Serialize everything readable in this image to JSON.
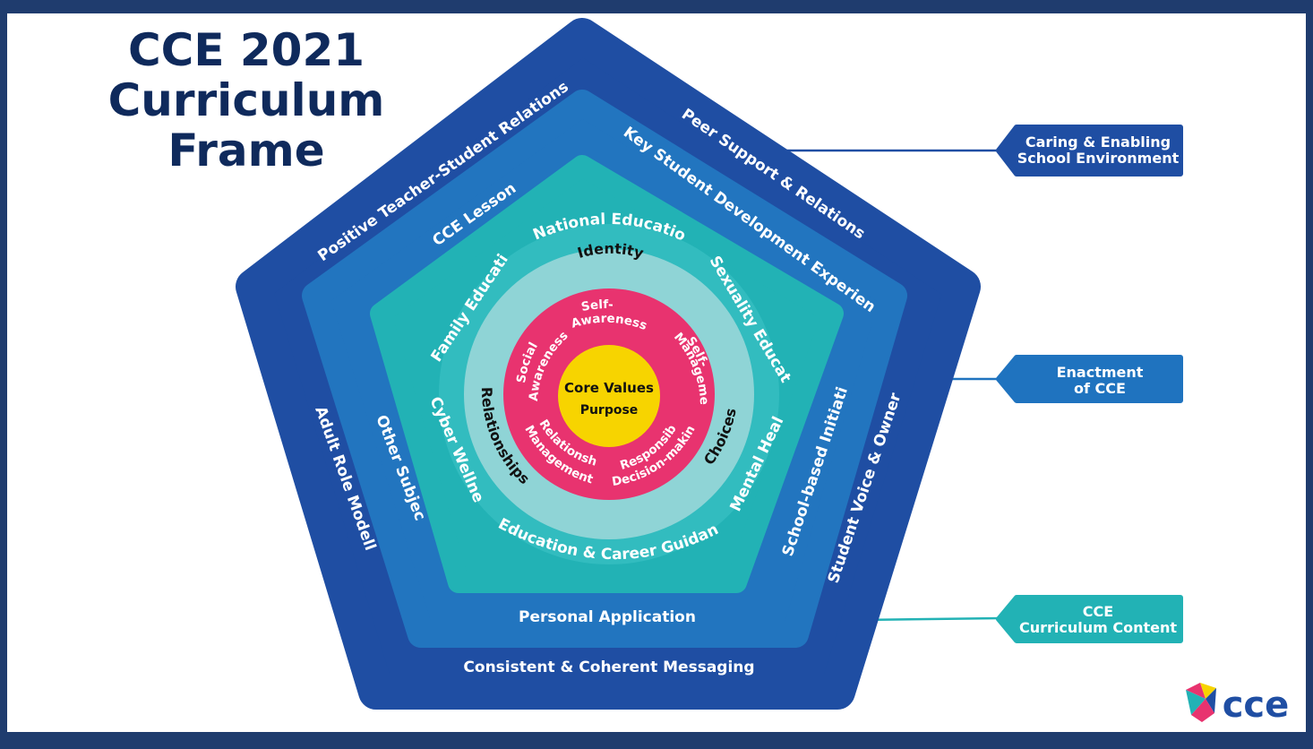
{
  "title": {
    "line1": "CCE 2021",
    "line2": "Curriculum Frame"
  },
  "outer_layer": {
    "top_left": "Positive Teacher-Student Relationships",
    "top_right": "Peer Support & Relationships",
    "left": "Adult Role Modelling",
    "right": "Student Voice & Ownership",
    "bottom": "Consistent & Coherent Messaging"
  },
  "middle_layer": {
    "top_left": "CCE Lessons",
    "top_right": "Key Student Development Experiences",
    "left": "Other Subjects",
    "right": "School-based Initiatives",
    "bottom": "Personal Application"
  },
  "inner_layer": {
    "top": "National Education",
    "upper_left": "Family Education",
    "upper_right": "Sexuality Education",
    "lower_left": "Cyber Wellness",
    "lower_right": "Mental Health",
    "bottom": "Education & Career Guidance"
  },
  "light_ring": {
    "top": "Identity",
    "left": "Relationships",
    "right": "Choices"
  },
  "pink_ring": {
    "self_awareness": [
      "Self-",
      "Awareness"
    ],
    "self_management": [
      "Self-",
      "Management"
    ],
    "social_awareness": [
      "Social",
      "Awareness"
    ],
    "relationship_management": [
      "Relationship",
      "Management"
    ],
    "responsible_decision_making": [
      "Responsible",
      "Decision-making"
    ]
  },
  "core": {
    "line1": "Core Values",
    "line2": "Purpose"
  },
  "callouts": [
    {
      "line1": "Caring & Enabling",
      "line2": "School Environment",
      "color": "#1f4ea3"
    },
    {
      "line1": "Enactment",
      "line2": "of CCE",
      "color": "#1f73bf"
    },
    {
      "line1": "CCE",
      "line2": "Curriculum Content",
      "color": "#22b2b5"
    }
  ],
  "logo": {
    "text": "cce"
  },
  "colors": {
    "outer": "#1f4ea3",
    "middle": "#2275bf",
    "inner": "#22b2b5",
    "light_ring": "#8fd4d6",
    "pink_ring": "#e8336f",
    "core": "#f7d400",
    "title": "#0f2a5c"
  }
}
